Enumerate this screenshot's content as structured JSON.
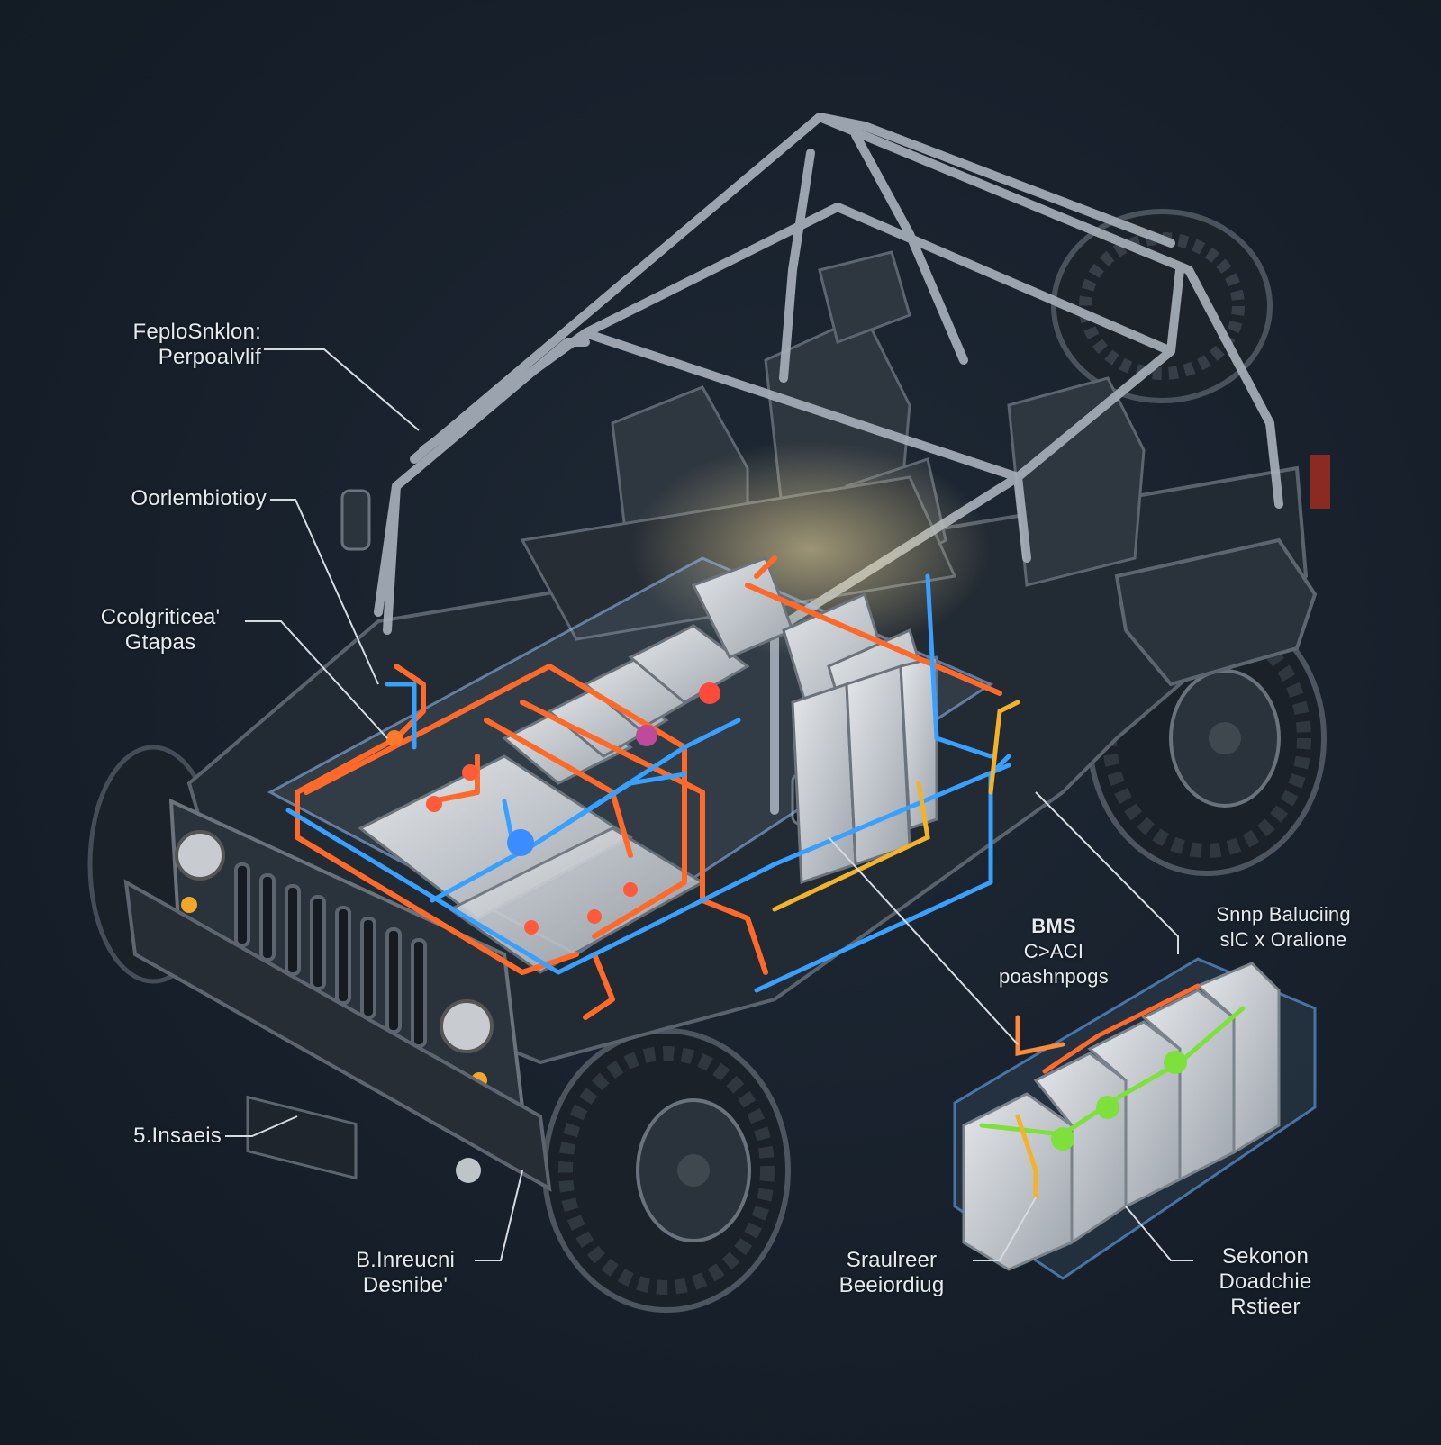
{
  "colors": {
    "background": "#17202b",
    "frame": "#a9b2bc",
    "hv_cable": "#ff6a2a",
    "lv_cable": "#3aa0ff",
    "balancing_cable": "#7ee03a",
    "signal_cable": "#f2b32a",
    "module": "#c9cdd2"
  },
  "labels": {
    "l1": {
      "line1": "FeploSnklon:",
      "line2": "Perpoalvlif"
    },
    "l2": {
      "line1": "Oorlembiotioy"
    },
    "l3": {
      "line1": "Ccolgriticea'",
      "line2": "Gtapas"
    },
    "l4": {
      "line1": "5.Insaeis"
    },
    "l5": {
      "line1": "B.Inreucni",
      "line2": "Desnibe'"
    },
    "bms": {
      "title": "BMS",
      "line2": "C>ACI",
      "line3": "poashnpogs"
    },
    "snap": {
      "line1": "Snnp Baluciing",
      "line2": "slC x Oralione"
    },
    "l8": {
      "line1": "Sraulreer",
      "line2": "Beeiordiug"
    },
    "l9": {
      "line1": "Sekonon",
      "line2": "Doadchie",
      "line3": "Rstieer"
    }
  }
}
